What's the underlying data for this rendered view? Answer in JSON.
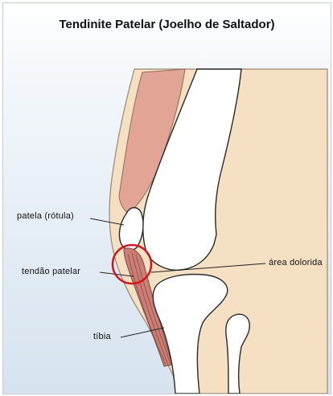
{
  "title": "Tendinite Patelar (Joelho de Saltador)",
  "labels": {
    "patella": "patela (rótula)",
    "tendon": "tendão patelar",
    "pain_area": "área dolorida",
    "tibia": "tíbia"
  },
  "colors": {
    "skin": "#f5e0c4",
    "bone": "#ffffff",
    "muscle": "#e2a595",
    "tendon": "#cc7e74",
    "outline": "#2a2a2a",
    "highlight": "#d2161b"
  }
}
